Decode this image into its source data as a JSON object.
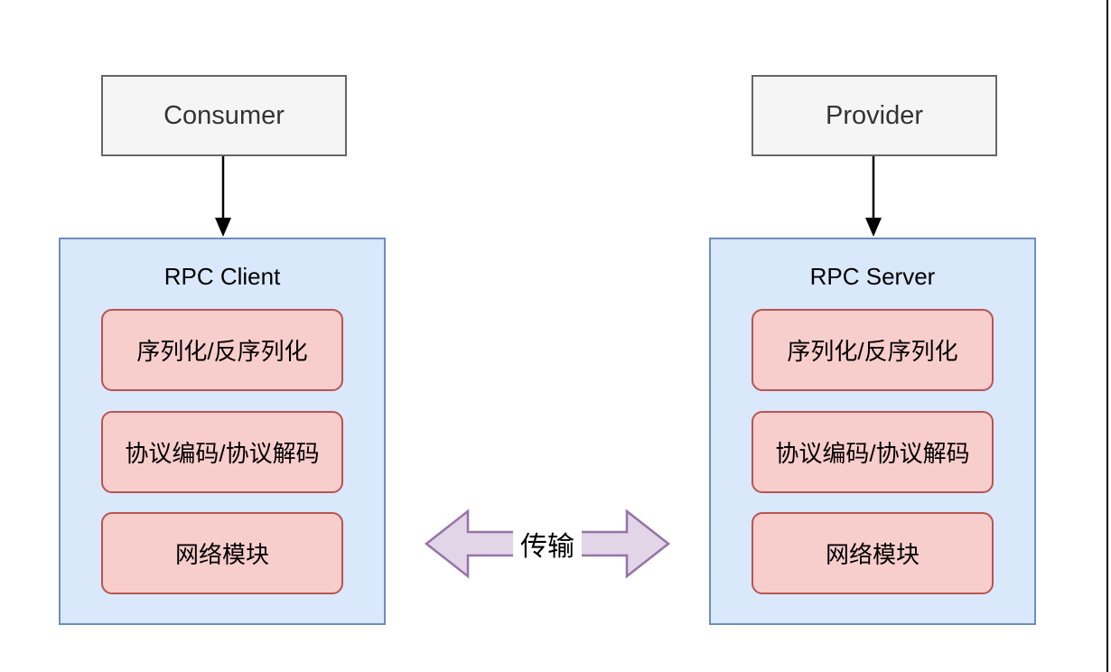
{
  "diagram": {
    "consumer": {
      "label": "Consumer"
    },
    "provider": {
      "label": "Provider"
    },
    "client": {
      "title": "RPC Client",
      "modules": [
        "序列化/反序列化",
        "协议编码/协议解码",
        "网络模块"
      ]
    },
    "server": {
      "title": "RPC Server",
      "modules": [
        "序列化/反序列化",
        "协议编码/协议解码",
        "网络模块"
      ]
    },
    "transport": {
      "label": "传输"
    },
    "colors": {
      "actor_fill": "#f5f5f5",
      "actor_border": "#666666",
      "actor_text": "#333333",
      "panel_fill": "#dae8fc",
      "panel_border": "#6c8ebf",
      "module_fill": "#f8cecc",
      "module_border": "#b85450",
      "transport_fill": "#e1d5e7",
      "transport_border": "#9673a6",
      "connector": "#000000"
    }
  }
}
